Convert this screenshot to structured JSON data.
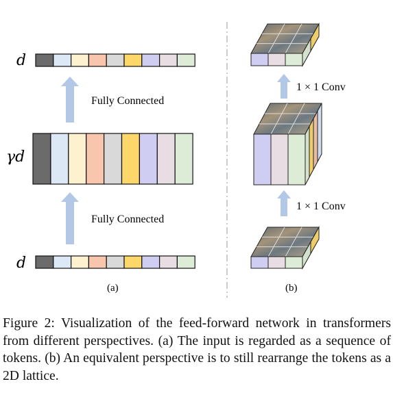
{
  "panel_a": {
    "top_label": "d",
    "middle_label": "γd",
    "bottom_label": "d",
    "fc_top": "Fully Connected",
    "fc_bottom": "Fully Connected",
    "sub_label": "(a)"
  },
  "panel_b": {
    "conv_top": "1 × 1 Conv",
    "conv_bottom": "1 × 1 Conv",
    "sub_label": "(b)"
  },
  "token_colors": [
    "#6b6b6b",
    "#dce8f6",
    "#fdf1cf",
    "#f7c6ac",
    "#d9d9d9",
    "#fcd86a",
    "#cfcdf1",
    "#e8dde2",
    "#ddecd6"
  ],
  "arrow_color": "#b3c8e6",
  "caption": "Figure 2:  Visualization of the feed-forward network in transformers from different perspectives.  (a) The input is regarded as a sequence of tokens.  (b) An equivalent perspective is to still rearrange the tokens as a 2D lattice."
}
